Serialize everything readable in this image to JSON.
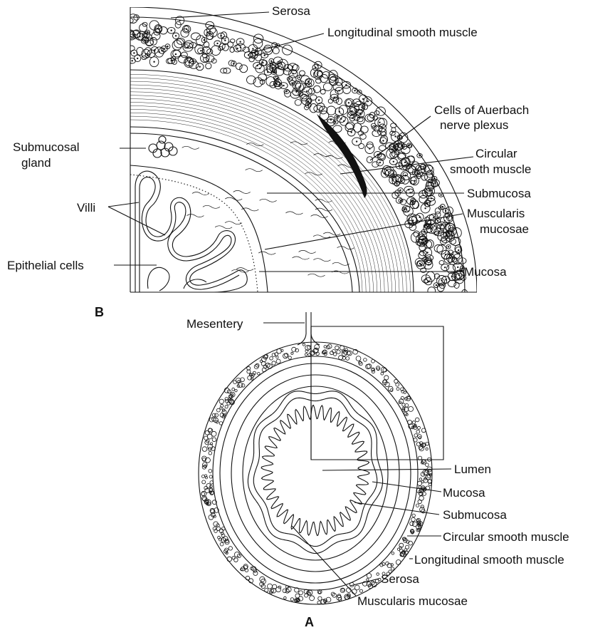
{
  "panel_b": {
    "panel_letter": "B",
    "labels": {
      "serosa": "Serosa",
      "longitudinal": "Longitudinal smooth muscle",
      "auerbach_1": "Cells of Auerbach",
      "auerbach_2": "nerve plexus",
      "circular_1": "Circular",
      "circular_2": "smooth muscle",
      "submucosa": "Submucosa",
      "muscularis_1": "Muscularis",
      "muscularis_2": "mucosae",
      "mucosa": "Mucosa",
      "submucosal_gland_1": "Submucosal",
      "submucosal_gland_2": "gland",
      "villi": "Villi",
      "epithelial": "Epithelial cells"
    }
  },
  "panel_a": {
    "panel_letter": "A",
    "labels": {
      "mesentery": "Mesentery",
      "lumen": "Lumen",
      "mucosa": "Mucosa",
      "submucosa": "Submucosa",
      "circular": "Circular smooth muscle",
      "longitudinal": "Longitudinal smooth muscle",
      "serosa": "Serosa",
      "muscularis": "Muscularis mucosae"
    }
  },
  "colors": {
    "ink": "#111111",
    "background": "#ffffff"
  }
}
